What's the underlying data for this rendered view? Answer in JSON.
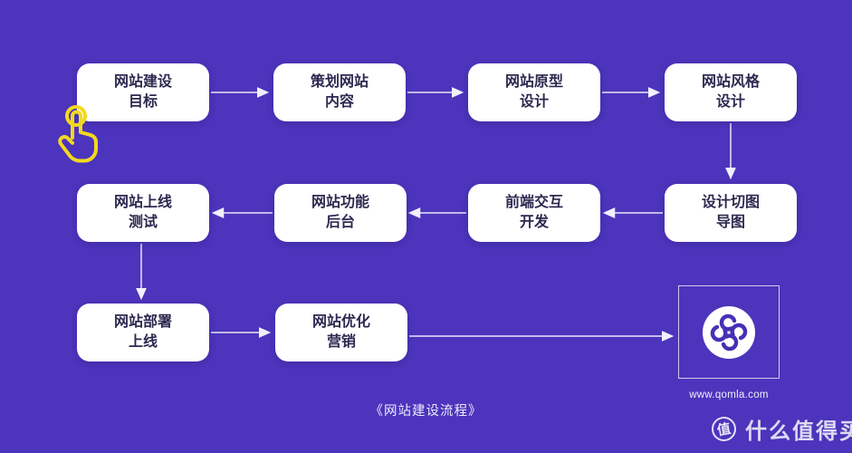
{
  "canvas": {
    "background_color": "#4C34BC",
    "node_fill_color": "#FFFFFF",
    "node_text_color": "#2C2950",
    "arrow_color": "#E9E6F8",
    "highlight_color": "#F2D91E"
  },
  "flow": {
    "caption": "《网站建设流程》",
    "nodes": [
      {
        "label": "网站建设\n目标"
      },
      {
        "label": "策划网站\n内容"
      },
      {
        "label": "网站原型\n设计"
      },
      {
        "label": "网站风格\n设计"
      },
      {
        "label": "设计切图\n导图"
      },
      {
        "label": "前端交互\n开发"
      },
      {
        "label": "网站功能\n后台"
      },
      {
        "label": "网站上线\n测试"
      },
      {
        "label": "网站部署\n上线"
      },
      {
        "label": "网站优化\n营销"
      }
    ]
  },
  "brand": {
    "logo_icon": "qomla-clover-logo",
    "website": "www.qomla.com"
  },
  "watermark": {
    "badge_char": "值",
    "text": "什么值得买"
  }
}
